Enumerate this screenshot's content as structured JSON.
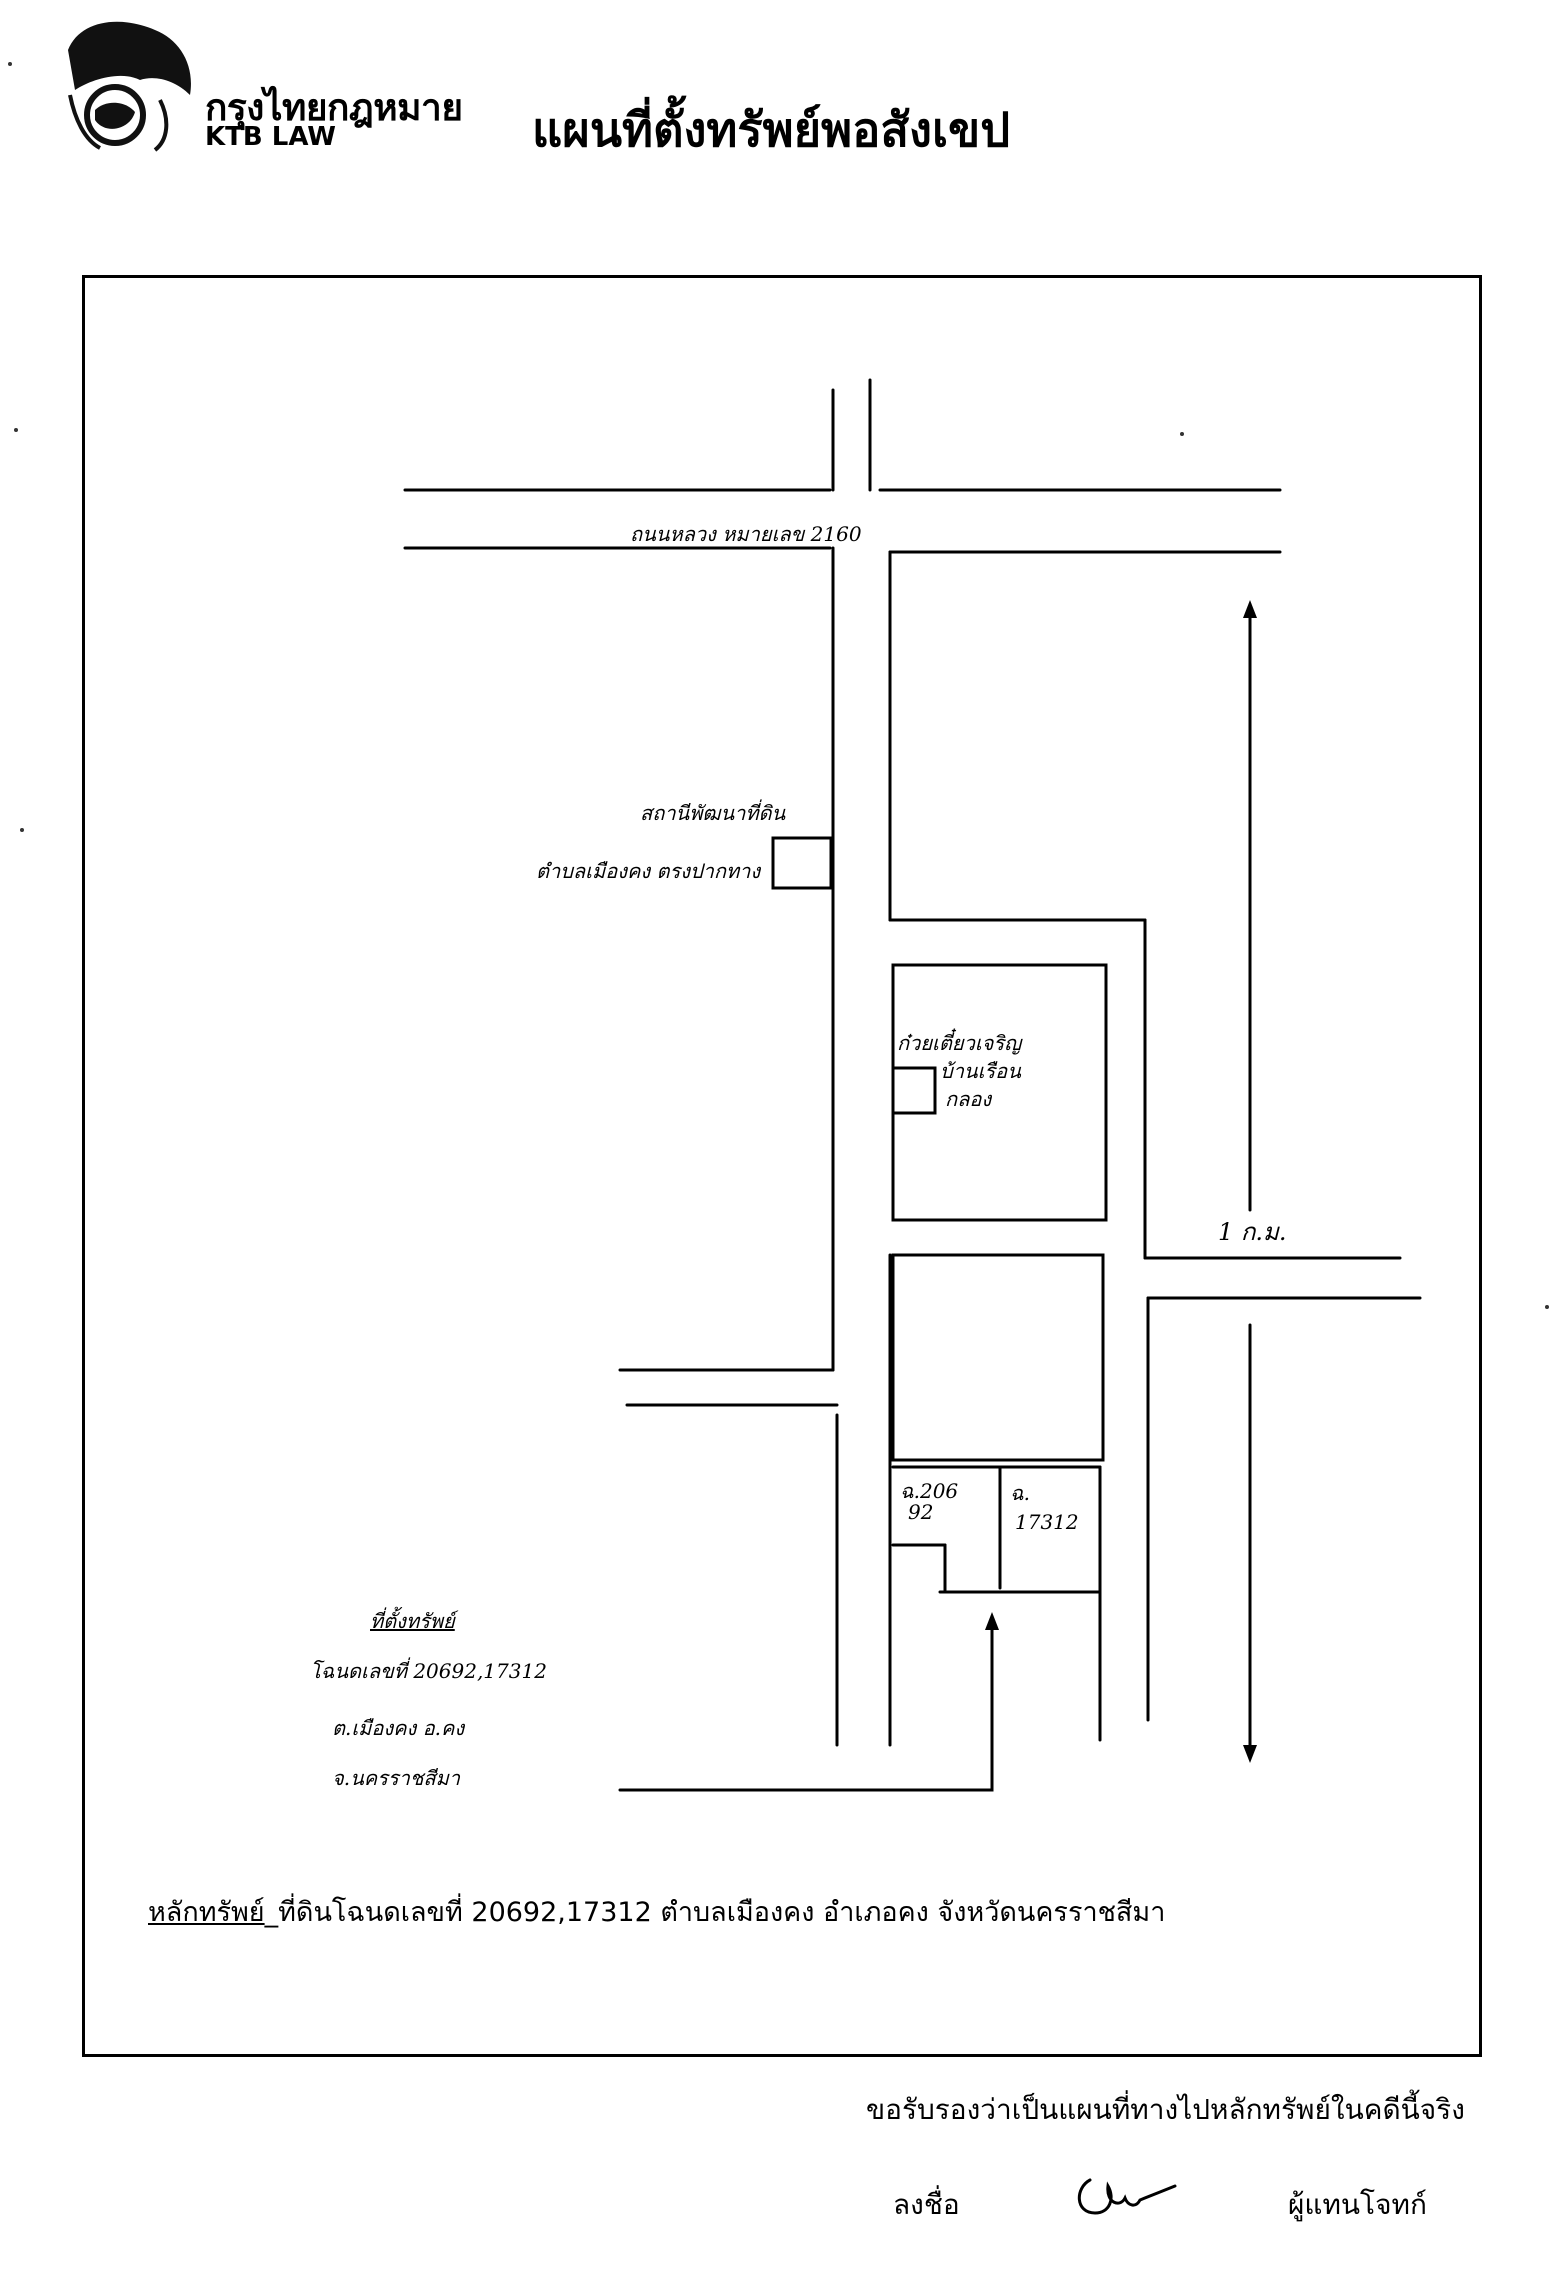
{
  "header": {
    "org_name_thai": "กรุงไทยกฎหมาย",
    "org_name_en": "KTB LAW",
    "title": "แผนที่ตั้งทรัพย์พอสังเขป"
  },
  "map": {
    "road_label": "ถนนหลวง หมายเลข 2160",
    "landmark_1": [
      "สถานีพัฒนาที่ดิน",
      "ตำบลเมืองคง ตรงปากทาง"
    ],
    "landmark_2": [
      "ก๋วยเตี๋ยวเจริญ",
      "บ้านเรือน",
      "กลอง"
    ],
    "distance_label": "1 ก.ม.",
    "parcel_1": [
      "ฉ.206",
      "92"
    ],
    "parcel_2": [
      "ฉ.",
      "17312"
    ],
    "location_note": [
      "ที่ตั้งทรัพย์",
      "โฉนดเลขที่ 20692,17312",
      "ต.เมืองคง อ.คง",
      "จ.นครราชสีมา"
    ]
  },
  "asset": {
    "label": "หลักทรัพย์",
    "text": "_ที่ดินโฉนดเลขที่ 20692,17312  ตำบลเมืองคง อำเภอคง จังหวัดนครราชสีมา"
  },
  "footer": {
    "certification": "ขอรับรองว่าเป็นแผนที่ทางไปหลักทรัพย์ในคดีนี้จริง",
    "sign_label": "ลงชื่อ",
    "representative": "ผู้แทนโจทก์"
  }
}
